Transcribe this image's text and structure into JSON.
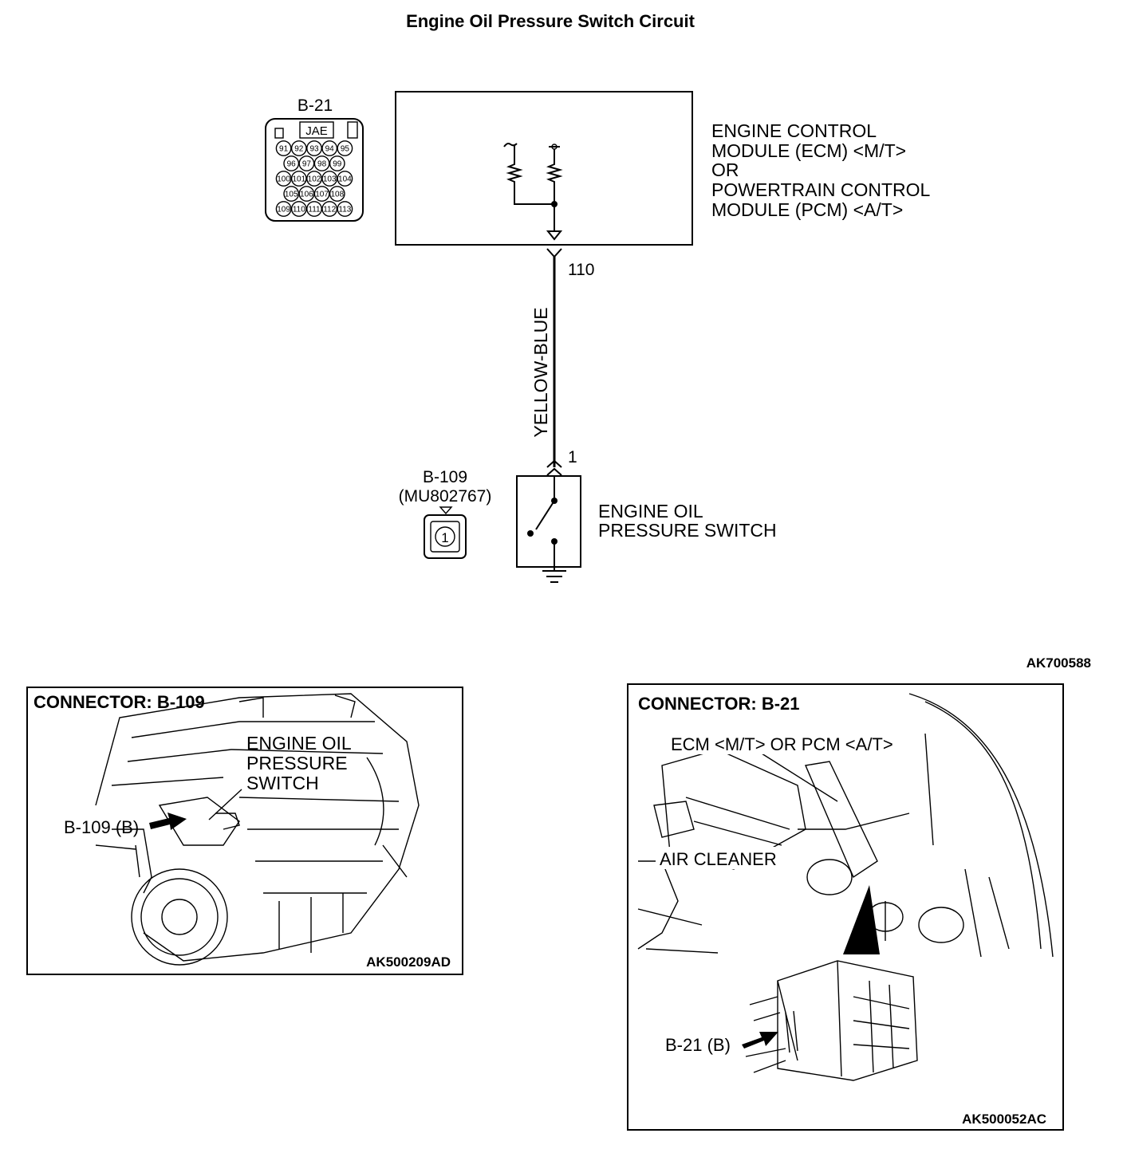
{
  "title": "Engine Oil Pressure Switch Circuit",
  "figure_id": "AK700588",
  "ecm": {
    "label_lines": [
      "ENGINE CONTROL",
      "MODULE (ECM) <M/T>",
      "OR",
      "POWERTRAIN CONTROL",
      "MODULE (PCM) <A/T>"
    ],
    "terminal": "110"
  },
  "connector_b21": {
    "name": "B-21",
    "maker": "JAE",
    "pin_rows": [
      [
        "91",
        "92",
        "93",
        "94",
        "95"
      ],
      [
        "96",
        "97",
        "98",
        "99"
      ],
      [
        "100",
        "101",
        "102",
        "103",
        "104"
      ],
      [
        "105",
        "106",
        "107",
        "108"
      ],
      [
        "109",
        "110",
        "111",
        "112",
        "113"
      ]
    ]
  },
  "wire": {
    "color": "YELLOW-BLUE"
  },
  "switch": {
    "label_lines": [
      "ENGINE OIL",
      "PRESSURE SWITCH"
    ],
    "terminal": "1"
  },
  "connector_b109": {
    "name": "B-109",
    "part": "(MU802767)",
    "pin": "1"
  },
  "panel_left": {
    "heading": "CONNECTOR: B-109",
    "callout_lines": [
      "ENGINE OIL",
      "PRESSURE",
      "SWITCH"
    ],
    "pointer": "B-109 (B)",
    "figure_id": "AK500209AD"
  },
  "panel_right": {
    "heading": "CONNECTOR: B-21",
    "ecm_callout": "ECM <M/T> OR PCM <A/T>",
    "air_cleaner": "AIR CLEANER",
    "pointer": "B-21 (B)",
    "figure_id": "AK500052AC"
  }
}
